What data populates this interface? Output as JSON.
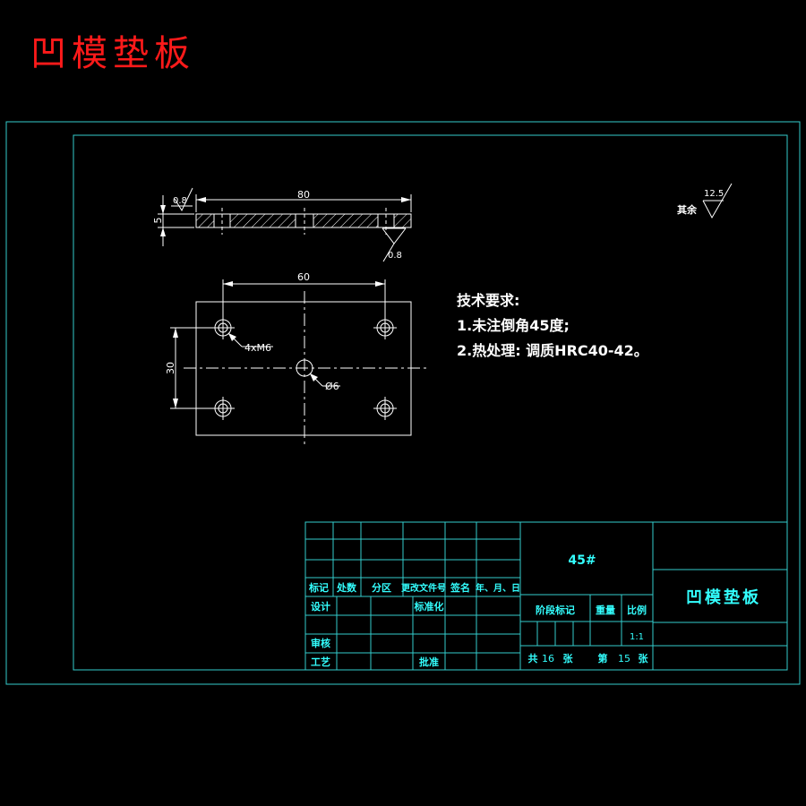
{
  "title": "凹模垫板",
  "colors": {
    "frame": "#33cccc",
    "drawing": "#ffffff",
    "title_red": "#ff1a1a",
    "cyan_text": "#33ffff"
  },
  "side_view": {
    "dim_length": "80",
    "dim_thickness": "5",
    "roughness_top": "0.8",
    "roughness_bottom": "0.8"
  },
  "roughness_other": {
    "label": "其余",
    "value": "12.5"
  },
  "plan_view": {
    "dim_spacing_x": "60",
    "dim_spacing_y": "30",
    "hole_callout": "4xM6",
    "center_hole": "Ø6"
  },
  "tech_req": {
    "heading": "技术要求:",
    "items": [
      "1.未注倒角45度;",
      "2.热处理: 调质HRC40-42。"
    ]
  },
  "title_block": {
    "material": "45#",
    "part_name": "凹模垫板",
    "rev_headers": [
      "标记",
      "处数",
      "分区",
      "更改文件号",
      "签名",
      "年、月、日"
    ],
    "design": "设计",
    "standardization": "标准化",
    "review": "审核",
    "process": "工艺",
    "approve": "批准",
    "stage_mark": "阶段标记",
    "weight": "重量",
    "scale_label": "比例",
    "scale_value": "1:1",
    "total_prefix": "共",
    "total_sheets": "16",
    "sheet_unit_1": "张",
    "sheet_prefix": "第",
    "sheet_no": "15",
    "sheet_unit_2": "张"
  }
}
